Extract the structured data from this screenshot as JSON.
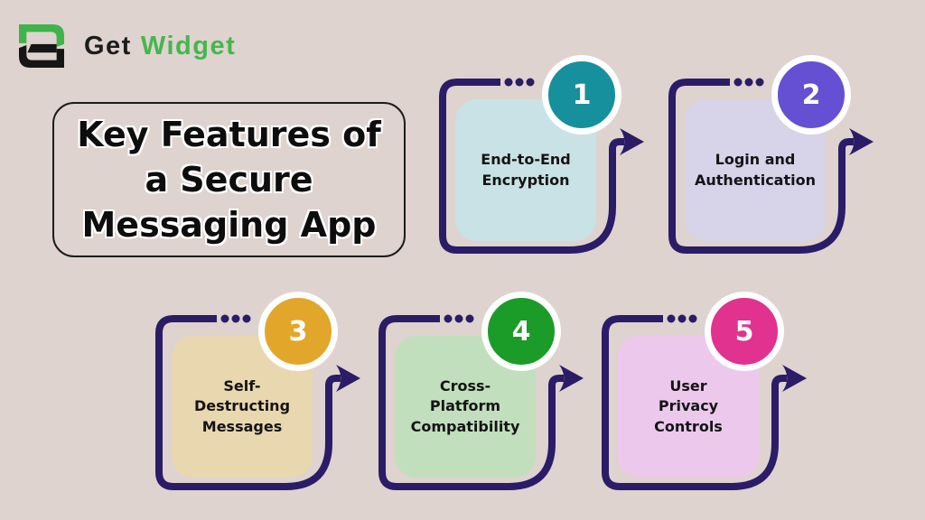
{
  "background_color": "#ded3ce",
  "frame_color": "#2a1c66",
  "logo": {
    "brand_first": "Get",
    "brand_second": "Widget",
    "first_color": "#1c1c1c",
    "second_color": "#43b74d",
    "icon_green": "#3eb44a",
    "icon_black": "#161616"
  },
  "title": {
    "text": "Key Features of\na Secure\nMessaging App"
  },
  "features": [
    {
      "number": "1",
      "title": "End-to-End\nEncryption",
      "card_color": "#c9e2e5",
      "circle_color": "#17909d"
    },
    {
      "number": "2",
      "title": "Login and\nAuthentication",
      "card_color": "#d7d3e9",
      "circle_color": "#6550d4"
    },
    {
      "number": "3",
      "title": "Self-\nDestructing\nMessages",
      "card_color": "#e9d7b0",
      "circle_color": "#e2a72a"
    },
    {
      "number": "4",
      "title": "Cross-\nPlatform\nCompatibility",
      "card_color": "#c1dfbd",
      "circle_color": "#1b9b28"
    },
    {
      "number": "5",
      "title": "User\nPrivacy\nControls",
      "card_color": "#ecc9ec",
      "circle_color": "#e0328e"
    }
  ]
}
